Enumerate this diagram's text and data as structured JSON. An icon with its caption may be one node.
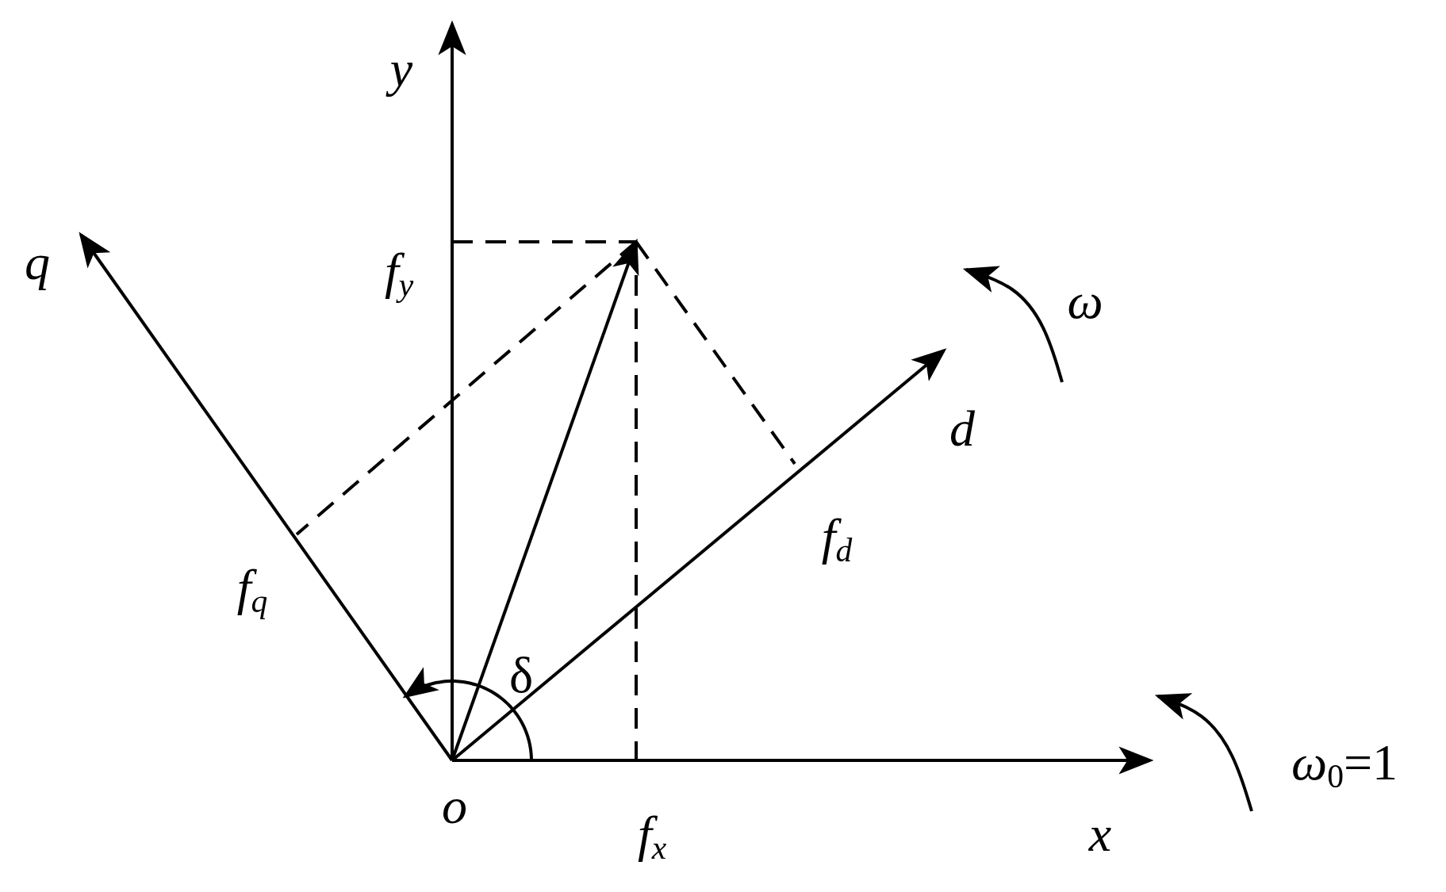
{
  "diagram": {
    "labels": [
      "y",
      "q",
      "f$_{y}$",
      "ω",
      "d",
      "f$_{d}$",
      "f$_{q}$",
      "δ",
      "*ω*$_{0}$=1",
      "o",
      "f$_{x}$",
      "x"
    ]
  }
}
